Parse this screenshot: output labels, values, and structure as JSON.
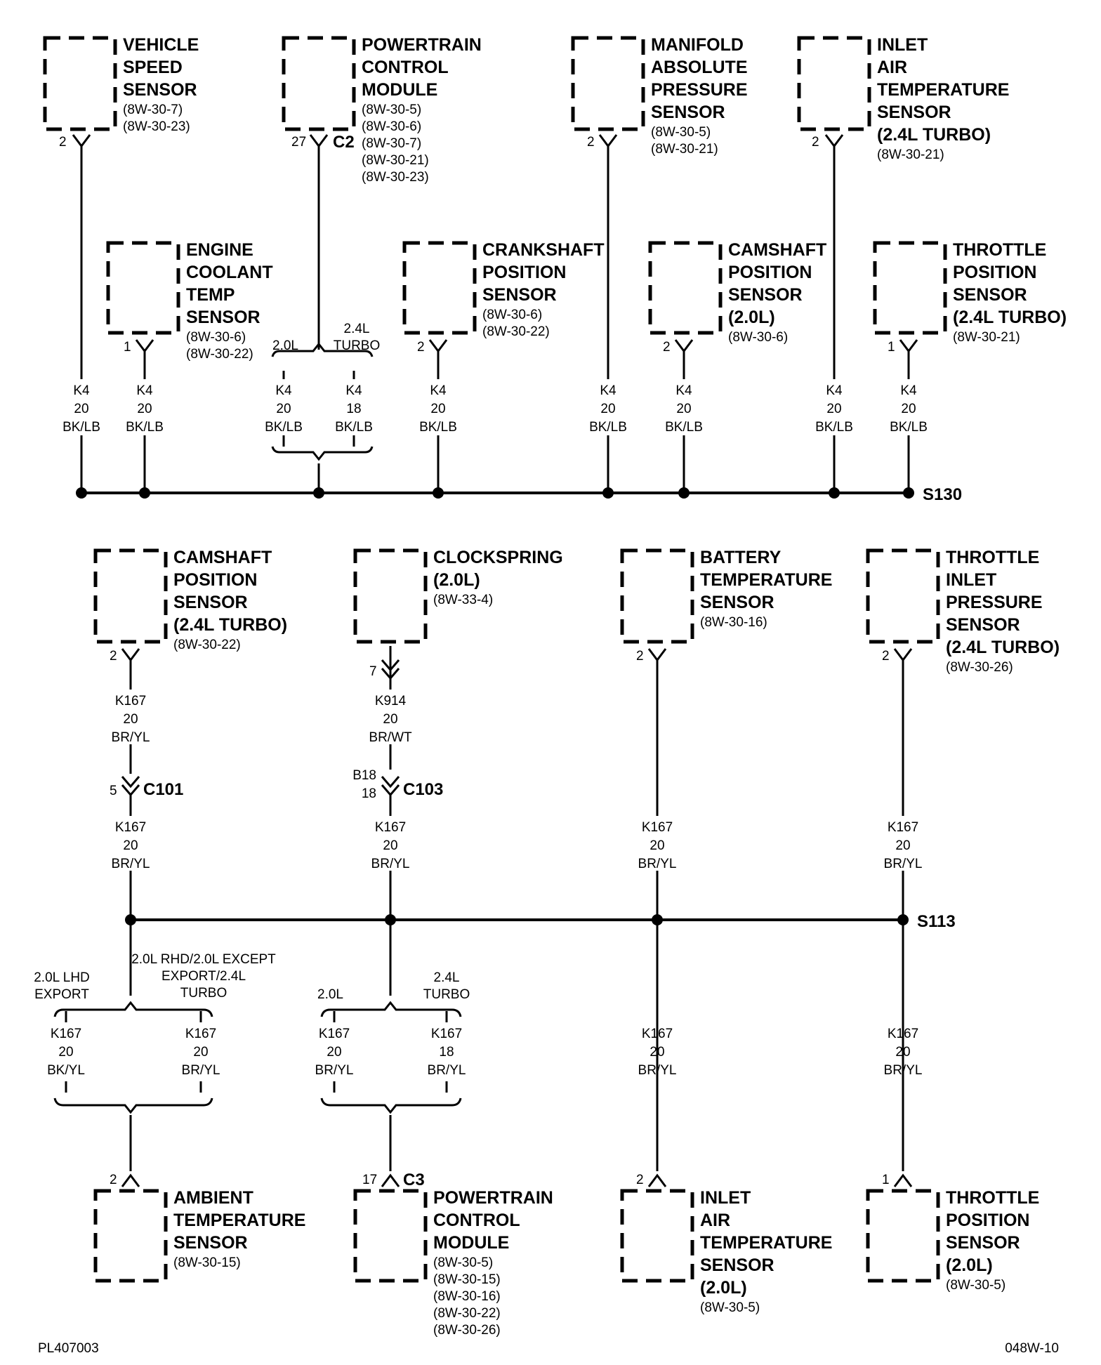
{
  "components": [
    {
      "id": "vss",
      "title": [
        "VEHICLE",
        "SPEED",
        "SENSOR"
      ],
      "refs": [
        "(8W-30-7)",
        "(8W-30-23)"
      ],
      "pin": "2"
    },
    {
      "id": "pcm_top",
      "title": [
        "POWERTRAIN",
        "CONTROL",
        "MODULE"
      ],
      "refs": [
        "(8W-30-5)",
        "(8W-30-6)",
        "(8W-30-7)",
        "(8W-30-21)",
        "(8W-30-23)"
      ],
      "pin": "27",
      "conn": "C2"
    },
    {
      "id": "map",
      "title": [
        "MANIFOLD",
        "ABSOLUTE",
        "PRESSURE",
        "SENSOR"
      ],
      "refs": [
        "(8W-30-5)",
        "(8W-30-21)"
      ],
      "pin": "2"
    },
    {
      "id": "iat_turbo",
      "title": [
        "INLET",
        "AIR",
        "TEMPERATURE",
        "SENSOR",
        "(2.4L TURBO)"
      ],
      "refs": [
        "(8W-30-21)"
      ],
      "pin": "2"
    },
    {
      "id": "ect",
      "title": [
        "ENGINE",
        "COOLANT",
        "TEMP",
        "SENSOR"
      ],
      "refs": [
        "(8W-30-6)",
        "(8W-30-22)"
      ],
      "pin": "1"
    },
    {
      "id": "ckp",
      "title": [
        "CRANKSHAFT",
        "POSITION",
        "SENSOR"
      ],
      "refs": [
        "(8W-30-6)",
        "(8W-30-22)"
      ],
      "pin": "2"
    },
    {
      "id": "cmp20",
      "title": [
        "CAMSHAFT",
        "POSITION",
        "SENSOR",
        "(2.0L)"
      ],
      "refs": [
        "(8W-30-6)"
      ],
      "pin": "2"
    },
    {
      "id": "tps_turbo",
      "title": [
        "THROTTLE",
        "POSITION",
        "SENSOR",
        "(2.4L TURBO)"
      ],
      "refs": [
        "(8W-30-21)"
      ],
      "pin": "1"
    },
    {
      "id": "cmp_turbo",
      "title": [
        "CAMSHAFT",
        "POSITION",
        "SENSOR",
        "(2.4L TURBO)"
      ],
      "refs": [
        "(8W-30-22)"
      ],
      "pin": "2"
    },
    {
      "id": "clock",
      "title": [
        "CLOCKSPRING",
        "(2.0L)"
      ],
      "refs": [
        "(8W-33-4)"
      ],
      "pin": "7"
    },
    {
      "id": "bts",
      "title": [
        "BATTERY",
        "TEMPERATURE",
        "SENSOR"
      ],
      "refs": [
        "(8W-30-16)"
      ],
      "pin": "2"
    },
    {
      "id": "tip",
      "title": [
        "THROTTLE",
        "INLET",
        "PRESSURE",
        "SENSOR",
        "(2.4L TURBO)"
      ],
      "refs": [
        "(8W-30-26)"
      ],
      "pin": "2"
    },
    {
      "id": "amb",
      "title": [
        "AMBIENT",
        "TEMPERATURE",
        "SENSOR"
      ],
      "refs": [
        "(8W-30-15)"
      ],
      "pin": "2"
    },
    {
      "id": "pcm_bot",
      "title": [
        "POWERTRAIN",
        "CONTROL",
        "MODULE"
      ],
      "refs": [
        "(8W-30-5)",
        "(8W-30-15)",
        "(8W-30-16)",
        "(8W-30-22)",
        "(8W-30-26)"
      ],
      "pin": "17",
      "conn": "C3"
    },
    {
      "id": "iat20",
      "title": [
        "INLET",
        "AIR",
        "TEMPERATURE",
        "SENSOR",
        "(2.0L)"
      ],
      "refs": [
        "(8W-30-5)"
      ],
      "pin": "2"
    },
    {
      "id": "tps20",
      "title": [
        "THROTTLE",
        "POSITION",
        "SENSOR",
        "(2.0L)"
      ],
      "refs": [
        "(8W-30-5)"
      ],
      "pin": "1"
    }
  ],
  "wire_labels": {
    "k4_20": [
      "K4",
      "20",
      "BK/LB"
    ],
    "k4_18": [
      "K4",
      "18",
      "BK/LB"
    ],
    "k167_20_bryl": [
      "K167",
      "20",
      "BR/YL"
    ],
    "k167_18_bryl": [
      "K167",
      "18",
      "BR/YL"
    ],
    "k167_20_bkyl": [
      "K167",
      "20",
      "BK/YL"
    ],
    "k914": [
      "K914",
      "20",
      "BR/WT"
    ]
  },
  "splices": {
    "top": "S130",
    "bottom": "S113"
  },
  "connectors": {
    "c101": {
      "name": "C101",
      "pin": "5"
    },
    "c103": {
      "name": "C103",
      "pins": [
        "B18",
        "18"
      ]
    }
  },
  "options": {
    "opt20": "2.0L",
    "opt24_turbo": [
      "2.4L",
      "TURBO"
    ],
    "lhd_export": [
      "2.0L LHD",
      "EXPORT"
    ],
    "rhd_except": [
      "2.0L RHD/2.0L EXCEPT",
      "EXPORT/2.4L",
      "TURBO"
    ]
  },
  "footer": {
    "left": "PL407003",
    "right": "048W-10"
  }
}
